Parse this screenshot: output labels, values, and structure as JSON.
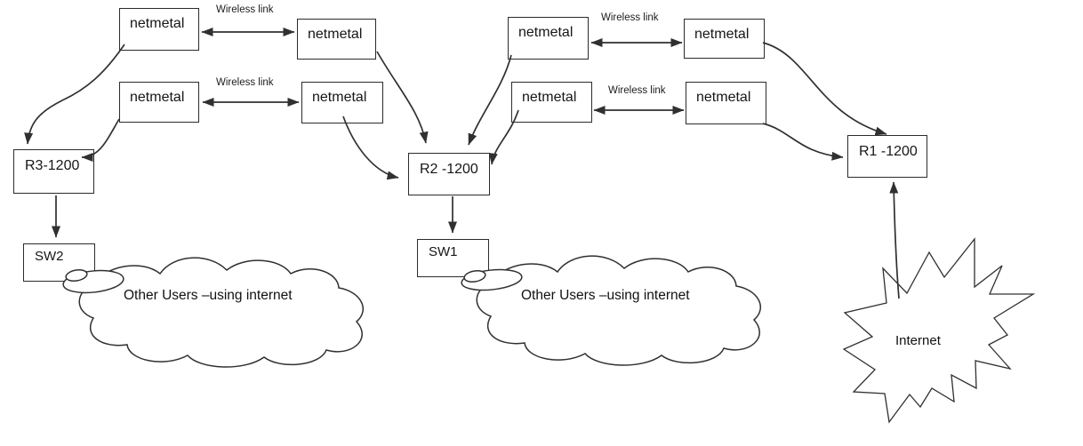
{
  "colors": {
    "line": "#303030",
    "text": "#161616",
    "background": "#ffffff"
  },
  "netmetal_boxes": [
    {
      "id": "left-group-top-left",
      "label": "netmetal"
    },
    {
      "id": "left-group-top-right",
      "label": "netmetal"
    },
    {
      "id": "left-group-bot-left",
      "label": "netmetal"
    },
    {
      "id": "left-group-bot-right",
      "label": "netmetal"
    },
    {
      "id": "mid-group-top-left",
      "label": "netmetal"
    },
    {
      "id": "mid-group-top-right",
      "label": "netmetal"
    },
    {
      "id": "mid-group-bot-left",
      "label": "netmetal"
    },
    {
      "id": "mid-group-bot-right",
      "label": "netmetal"
    }
  ],
  "wireless_links": [
    {
      "label": "Wireless link"
    },
    {
      "label": "Wireless link"
    },
    {
      "label": "Wireless link"
    },
    {
      "label": "Wireless link"
    }
  ],
  "routers": [
    {
      "id": "r3",
      "label": "R3-1200"
    },
    {
      "id": "r2",
      "label": "R2 -1200"
    },
    {
      "id": "r1",
      "label": "R1 -1200"
    }
  ],
  "switches": [
    {
      "id": "sw2",
      "label": "SW2"
    },
    {
      "id": "sw1",
      "label": "SW1"
    }
  ],
  "clouds": [
    {
      "id": "cloud-left",
      "label": "Other Users –using internet"
    },
    {
      "id": "cloud-middle",
      "label": "Other Users –using internet"
    }
  ],
  "internet": {
    "label": "Internet"
  }
}
